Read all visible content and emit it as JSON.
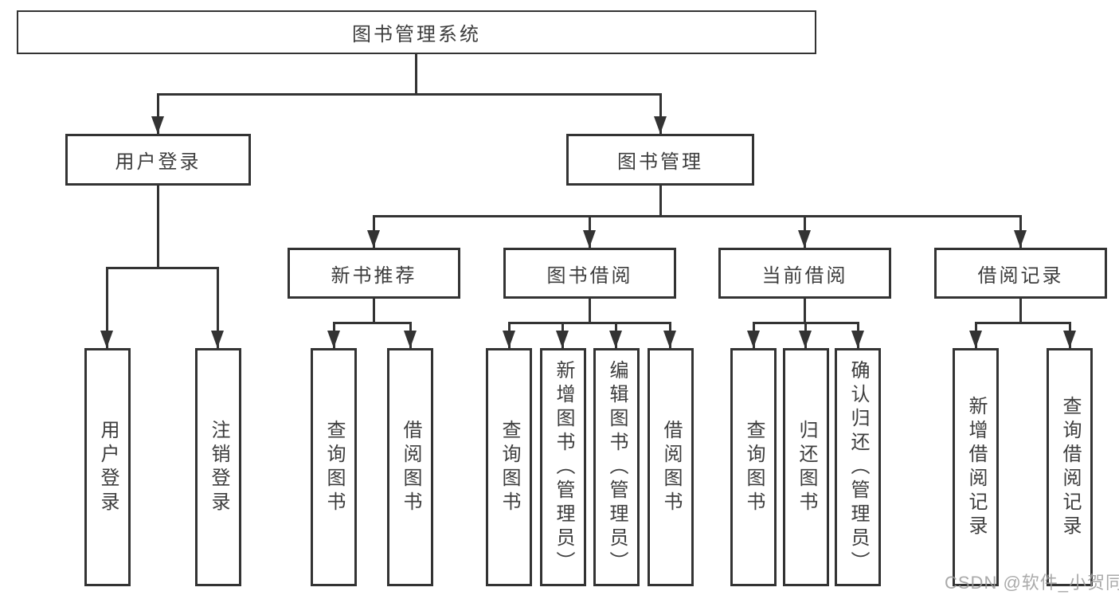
{
  "diagram": {
    "root_label": "图书管理系统",
    "level2": {
      "user_login": "用户登录",
      "book_management": "图书管理"
    },
    "level3": {
      "new_book_recommend": "新书推荐",
      "book_borrow": "图书借阅",
      "current_borrow": "当前借阅",
      "borrow_records": "借阅记录"
    },
    "leaves": {
      "user_login": [
        "用户登录",
        "注销登录"
      ],
      "new_book_recommend": [
        "查询图书",
        "借阅图书"
      ],
      "book_borrow": [
        "查询图书",
        "新增图书（管理员）",
        "编辑图书（管理员）",
        "借阅图书"
      ],
      "current_borrow": [
        "查询图书",
        "归还图书",
        "确认归还（管理员）"
      ],
      "borrow_records": [
        "新增借阅记录",
        "查询借阅记录"
      ]
    }
  },
  "watermark": "CSDN @软件_小贺同学",
  "colors": {
    "line": "#333333",
    "text": "#3d3d3d",
    "watermark": "#b0b0b0",
    "background": "#ffffff"
  }
}
